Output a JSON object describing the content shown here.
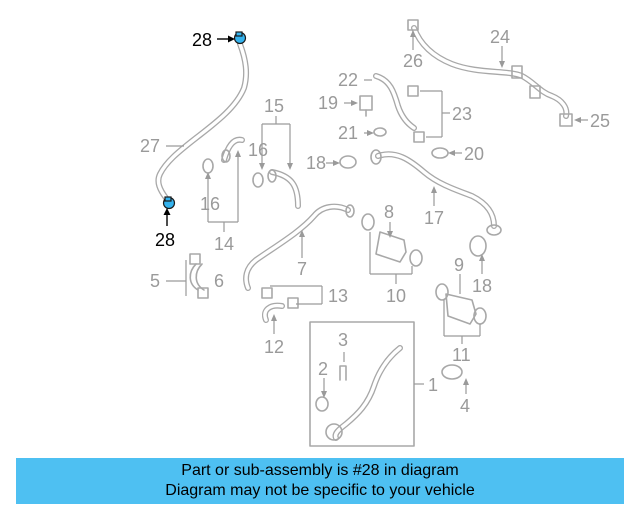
{
  "diagram": {
    "highlighted_part": "28",
    "callouts": [
      "1",
      "2",
      "3",
      "4",
      "5",
      "6",
      "7",
      "8",
      "9",
      "10",
      "11",
      "12",
      "13",
      "14",
      "15",
      "16",
      "17",
      "18",
      "19",
      "20",
      "21",
      "22",
      "23",
      "24",
      "25",
      "26",
      "27"
    ],
    "highlight_labels": [
      "28",
      "28"
    ],
    "colors": {
      "highlight": "#35b3ee",
      "banner": "#4ec0f2",
      "line": "#a8a8a8"
    }
  },
  "banner": {
    "line1": "Part or sub-assembly is #28 in diagram",
    "line2": "Diagram may not be specific to your vehicle"
  }
}
